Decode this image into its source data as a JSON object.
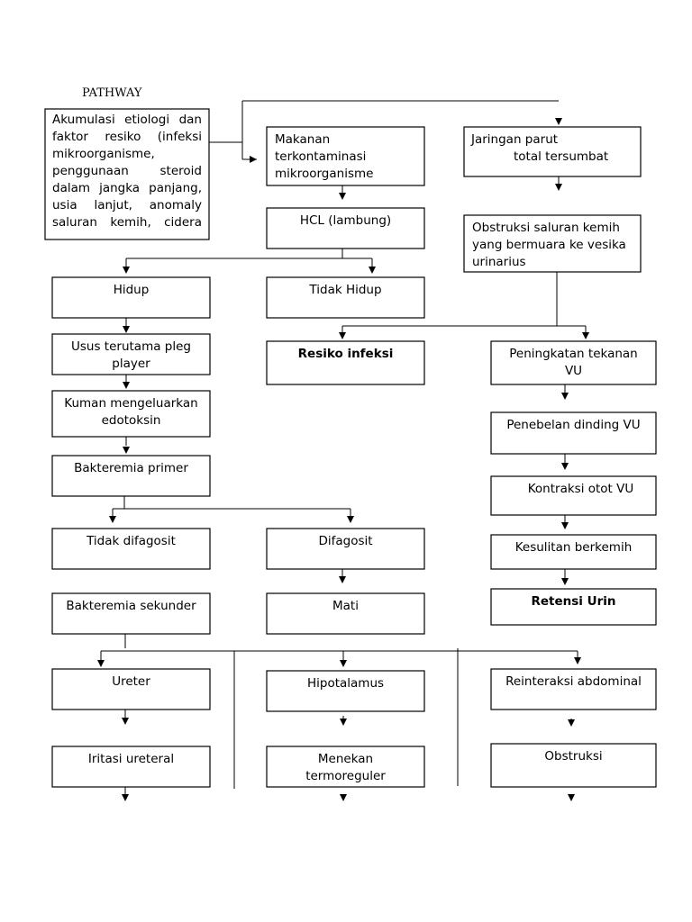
{
  "title": "PATHWAY",
  "nodes": [
    {
      "id": "etiologi",
      "text": "Akumulasi etiologi dan faktor resiko (infeksi mikroorganisme, penggunaan steroid dalam jangka panjang, usia lanjut, anomaly saluran kemih, cidera uretra, batasan ginjal)"
    },
    {
      "id": "makanan",
      "lines": [
        "Makanan",
        "terkontaminasi",
        "mikroorganisme"
      ]
    },
    {
      "id": "jaringan",
      "lines": [
        "Jaringan parut",
        "total tersumbat"
      ]
    },
    {
      "id": "hcl",
      "lines": [
        "HCL (lambung)"
      ]
    },
    {
      "id": "obstruksi_saluran",
      "lines": [
        "Obstruksi saluran kemih",
        "yang bermuara ke vesika",
        "urinarius"
      ]
    },
    {
      "id": "hidup",
      "lines": [
        "Hidup"
      ]
    },
    {
      "id": "tidak_hidup",
      "lines": [
        "Tidak Hidup"
      ]
    },
    {
      "id": "usus",
      "lines": [
        "Usus terutama pleg",
        "player"
      ]
    },
    {
      "id": "resiko_infeksi",
      "lines": [
        "Resiko infeksi"
      ]
    },
    {
      "id": "tekanan_vu",
      "lines": [
        "Peningkatan tekanan",
        "VU"
      ]
    },
    {
      "id": "kuman",
      "lines": [
        "Kuman mengeluarkan",
        "edotoksin"
      ]
    },
    {
      "id": "penebalan",
      "lines": [
        "Penebelan dinding VU"
      ]
    },
    {
      "id": "bakteremia_primer",
      "lines": [
        "Bakteremia primer"
      ]
    },
    {
      "id": "kontraksi",
      "lines": [
        "Kontraksi otot VU"
      ]
    },
    {
      "id": "tidak_difagosit",
      "lines": [
        "Tidak difagosit"
      ]
    },
    {
      "id": "difagosit",
      "lines": [
        "Difagosit"
      ]
    },
    {
      "id": "kesulitan",
      "lines": [
        "Kesulitan berkemih"
      ]
    },
    {
      "id": "bakteremia_sekunder",
      "lines": [
        "Bakteremia sekunder"
      ]
    },
    {
      "id": "mati",
      "lines": [
        "Mati"
      ]
    },
    {
      "id": "retensi",
      "lines": [
        "Retensi Urin"
      ]
    },
    {
      "id": "ureter",
      "lines": [
        "Ureter"
      ]
    },
    {
      "id": "hipotalamus",
      "lines": [
        "Hipotalamus"
      ]
    },
    {
      "id": "reinteraksi",
      "lines": [
        "Reinteraksi abdominal"
      ]
    },
    {
      "id": "iritasi",
      "lines": [
        "Iritasi ureteral"
      ]
    },
    {
      "id": "menekan",
      "lines": [
        "Menekan",
        "termoreguler"
      ]
    },
    {
      "id": "obstruksi",
      "lines": [
        "Obstruksi"
      ]
    }
  ]
}
